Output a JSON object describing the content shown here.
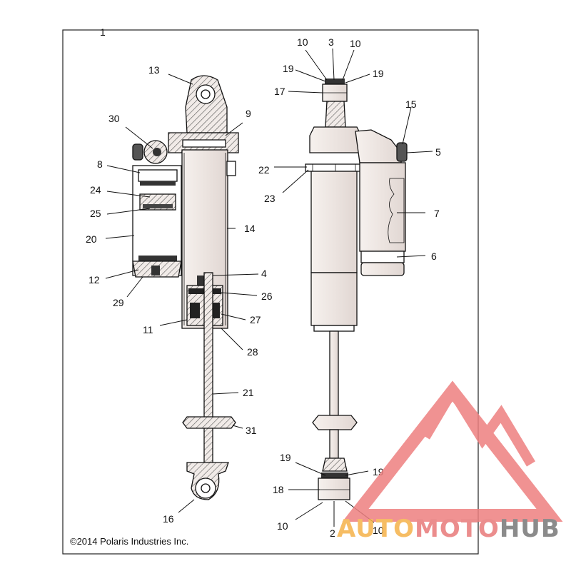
{
  "diagram": {
    "assembly_label": "1",
    "copyright": "©2014 Polaris Industries Inc.",
    "callouts": [
      {
        "id": "c1",
        "text": "1"
      },
      {
        "id": "c13",
        "text": "13"
      },
      {
        "id": "c9",
        "text": "9"
      },
      {
        "id": "c30",
        "text": "30"
      },
      {
        "id": "c8",
        "text": "8"
      },
      {
        "id": "c24",
        "text": "24"
      },
      {
        "id": "c25",
        "text": "25"
      },
      {
        "id": "c20",
        "text": "20"
      },
      {
        "id": "c14",
        "text": "14"
      },
      {
        "id": "c12",
        "text": "12"
      },
      {
        "id": "c29",
        "text": "29"
      },
      {
        "id": "c4",
        "text": "4"
      },
      {
        "id": "c26",
        "text": "26"
      },
      {
        "id": "c11",
        "text": "11"
      },
      {
        "id": "c27",
        "text": "27"
      },
      {
        "id": "c28",
        "text": "28"
      },
      {
        "id": "c21",
        "text": "21"
      },
      {
        "id": "c31",
        "text": "31"
      },
      {
        "id": "c16",
        "text": "16"
      },
      {
        "id": "c10a",
        "text": "10"
      },
      {
        "id": "c3",
        "text": "3"
      },
      {
        "id": "c10b",
        "text": "10"
      },
      {
        "id": "c19a",
        "text": "19"
      },
      {
        "id": "c19b",
        "text": "19"
      },
      {
        "id": "c17",
        "text": "17"
      },
      {
        "id": "c15",
        "text": "15"
      },
      {
        "id": "c5",
        "text": "5"
      },
      {
        "id": "c22",
        "text": "22"
      },
      {
        "id": "c23",
        "text": "23"
      },
      {
        "id": "c7",
        "text": "7"
      },
      {
        "id": "c6",
        "text": "6"
      },
      {
        "id": "c19c",
        "text": "19"
      },
      {
        "id": "c19d",
        "text": "19"
      },
      {
        "id": "c18",
        "text": "18"
      },
      {
        "id": "c10c",
        "text": "10"
      },
      {
        "id": "c2",
        "text": "2"
      },
      {
        "id": "c10d",
        "text": "10"
      }
    ]
  },
  "watermark": {
    "word_a": "AUTO",
    "word_b": "MOTO",
    "word_c": "HUB",
    "color_a": "#f5b24a",
    "color_b": "#e87a7a",
    "color_c": "#777777",
    "triangle_color": "#ee8080"
  }
}
